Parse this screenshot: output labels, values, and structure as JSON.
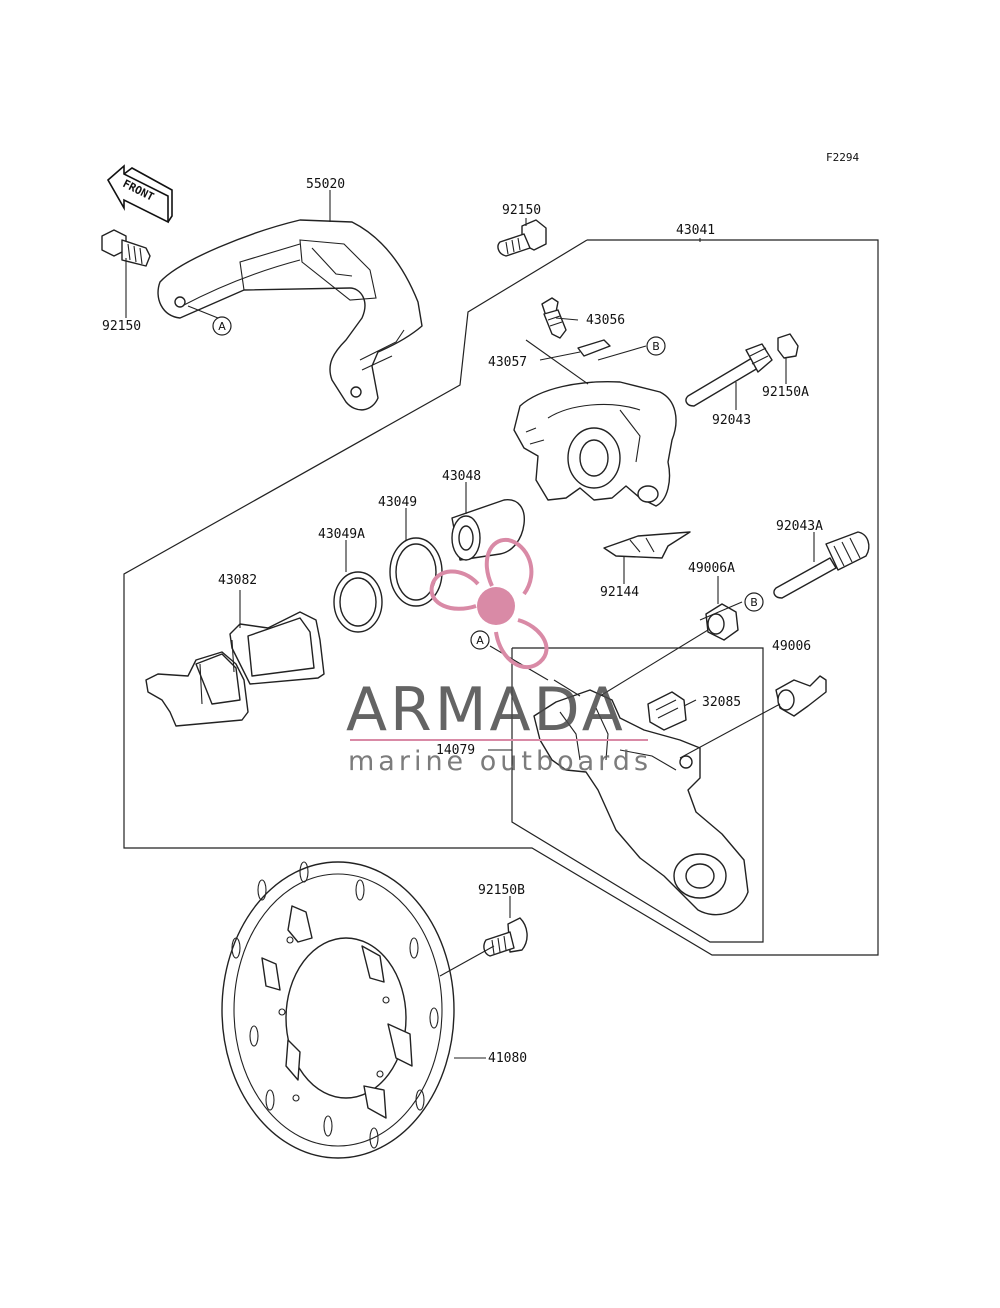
{
  "diagram_code": "F2294",
  "front_label": "FRONT",
  "ref_markers": {
    "a": "A",
    "b": "B"
  },
  "part_labels": {
    "p55020": "55020",
    "p92150_top": "92150",
    "p43041": "43041",
    "p92150_left": "92150",
    "p43056": "43056",
    "p43057": "43057",
    "p92043": "92043",
    "p92150A": "92150A",
    "p43048": "43048",
    "p43049": "43049",
    "p43049A": "43049A",
    "p43082": "43082",
    "p92144": "92144",
    "p92043A": "92043A",
    "p49006A": "49006A",
    "p49006": "49006",
    "p32085": "32085",
    "p14079": "14079",
    "p92150B": "92150B",
    "p41080": "41080"
  },
  "watermark": {
    "brand": "ARMADA",
    "tagline": "marine outboards",
    "accent_color": "#d98aa6",
    "brand_color": "#4a4a4a"
  }
}
